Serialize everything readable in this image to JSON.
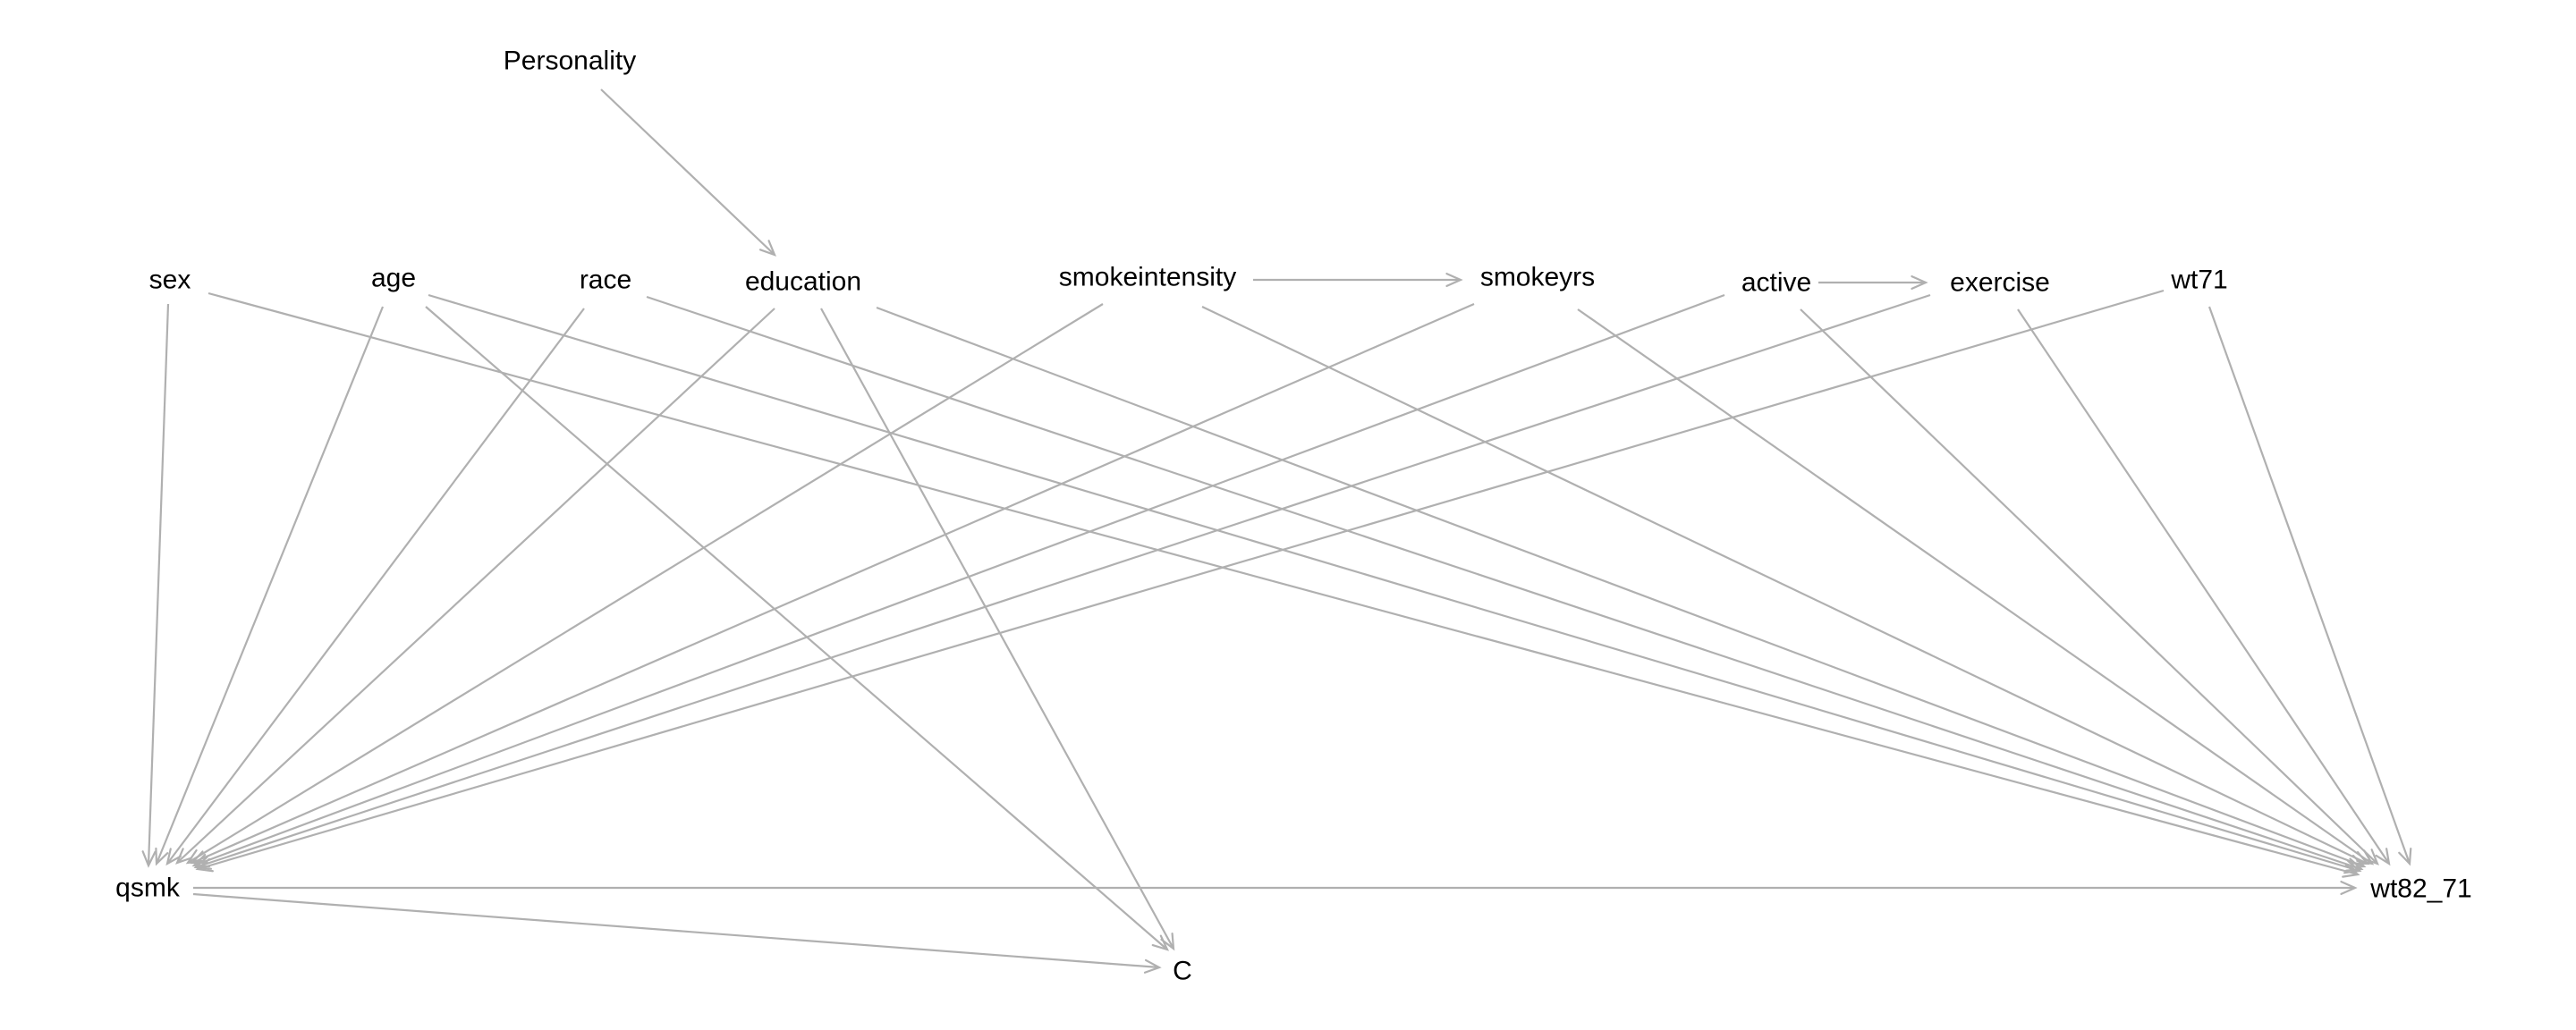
{
  "diagram": {
    "type": "directed-acyclic-graph",
    "edge_color": "#b0b0b0",
    "label_color": "#000000",
    "nodes": [
      {
        "id": "personality",
        "label": "Personality"
      },
      {
        "id": "sex",
        "label": "sex"
      },
      {
        "id": "age",
        "label": "age"
      },
      {
        "id": "race",
        "label": "race"
      },
      {
        "id": "education",
        "label": "education"
      },
      {
        "id": "smokeintensity",
        "label": "smokeintensity"
      },
      {
        "id": "smokeyrs",
        "label": "smokeyrs"
      },
      {
        "id": "active",
        "label": "active"
      },
      {
        "id": "exercise",
        "label": "exercise"
      },
      {
        "id": "wt71",
        "label": "wt71"
      },
      {
        "id": "qsmk",
        "label": "qsmk"
      },
      {
        "id": "wt82_71",
        "label": "wt82_71"
      },
      {
        "id": "c",
        "label": "C"
      }
    ],
    "edges": [
      {
        "from": "personality",
        "to": "education"
      },
      {
        "from": "smokeintensity",
        "to": "smokeyrs"
      },
      {
        "from": "active",
        "to": "exercise"
      },
      {
        "from": "sex",
        "to": "qsmk"
      },
      {
        "from": "age",
        "to": "qsmk"
      },
      {
        "from": "race",
        "to": "qsmk"
      },
      {
        "from": "education",
        "to": "qsmk"
      },
      {
        "from": "smokeintensity",
        "to": "qsmk"
      },
      {
        "from": "smokeyrs",
        "to": "qsmk"
      },
      {
        "from": "active",
        "to": "qsmk"
      },
      {
        "from": "exercise",
        "to": "qsmk"
      },
      {
        "from": "wt71",
        "to": "qsmk"
      },
      {
        "from": "sex",
        "to": "wt82_71"
      },
      {
        "from": "age",
        "to": "wt82_71"
      },
      {
        "from": "race",
        "to": "wt82_71"
      },
      {
        "from": "education",
        "to": "wt82_71"
      },
      {
        "from": "smokeintensity",
        "to": "wt82_71"
      },
      {
        "from": "smokeyrs",
        "to": "wt82_71"
      },
      {
        "from": "active",
        "to": "wt82_71"
      },
      {
        "from": "exercise",
        "to": "wt82_71"
      },
      {
        "from": "wt71",
        "to": "wt82_71"
      },
      {
        "from": "qsmk",
        "to": "wt82_71"
      },
      {
        "from": "age",
        "to": "c"
      },
      {
        "from": "education",
        "to": "c"
      },
      {
        "from": "qsmk",
        "to": "c"
      }
    ]
  }
}
